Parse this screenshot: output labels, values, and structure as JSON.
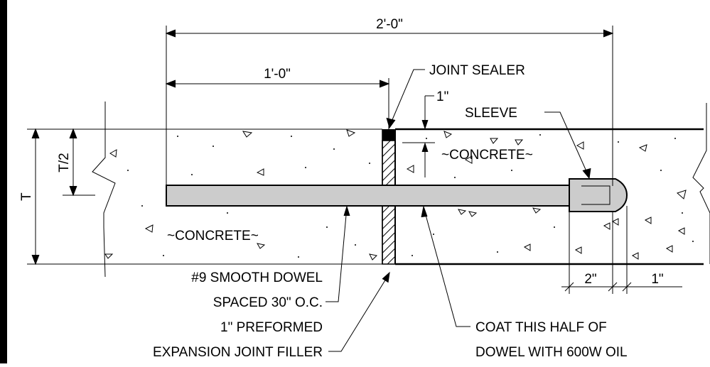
{
  "dimensions": {
    "overall": "2'-0\"",
    "half": "1'-0\"",
    "one_inch_top": "1\"",
    "t_half": "T/2",
    "t": "T",
    "two_inch": "2\"",
    "one_inch_bottom": "1\""
  },
  "labels": {
    "joint_sealer": "JOINT SEALER",
    "sleeve": "SLEEVE",
    "concrete_right": "~CONCRETE~",
    "concrete_left": "~CONCRETE~",
    "dowel_line1": "#9 SMOOTH DOWEL",
    "dowel_line2": "SPACED 30\" O.C.",
    "filler_line1": "1\" PREFORMED",
    "filler_line2": "EXPANSION JOINT FILLER",
    "coat_line1": "COAT THIS HALF OF",
    "coat_line2": "DOWEL WITH 600W OIL"
  }
}
